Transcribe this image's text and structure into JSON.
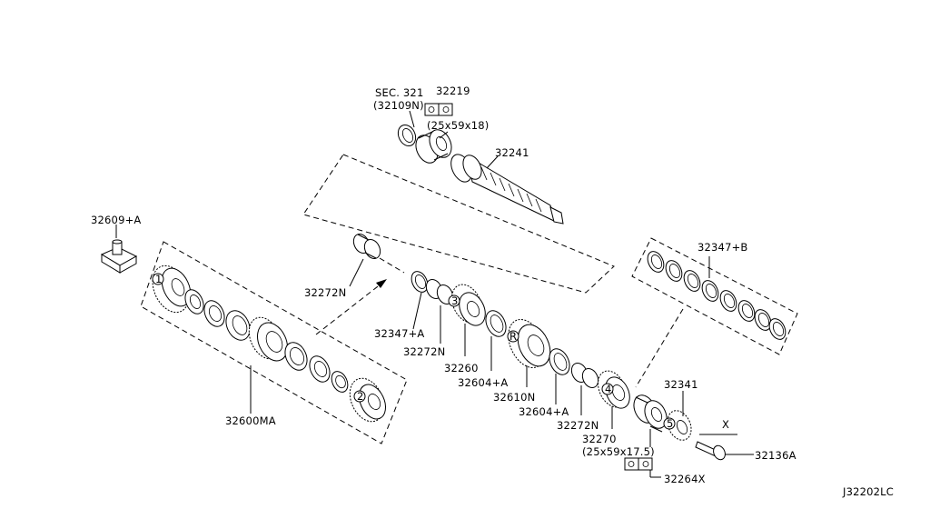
{
  "diagram": {
    "code": "J32202LC",
    "labels": {
      "sec_ref_line1": "SEC. 321",
      "sec_ref_line2": "(32109N)",
      "p32219": "32219",
      "size_upper": "(25x59x18)",
      "p32241": "32241",
      "p32609a": "32609+A",
      "p32347b": "32347+B",
      "p32272n_top": "32272N",
      "p32347a": "32347+A",
      "p32272n_mid": "32272N",
      "p32260": "32260",
      "p32604a_left": "32604+A",
      "p32610n": "32610N",
      "p32604a_right": "32604+A",
      "p32272n_low": "32272N",
      "p32270": "32270",
      "size_lower": "(25x59x17.5)",
      "p32264x": "32264X",
      "p32341": "32341",
      "p32136a": "32136A",
      "p32600ma": "32600MA",
      "x_mark": "X"
    },
    "gear_numbers": [
      "1",
      "2",
      "3",
      "R",
      "4",
      "5"
    ]
  }
}
